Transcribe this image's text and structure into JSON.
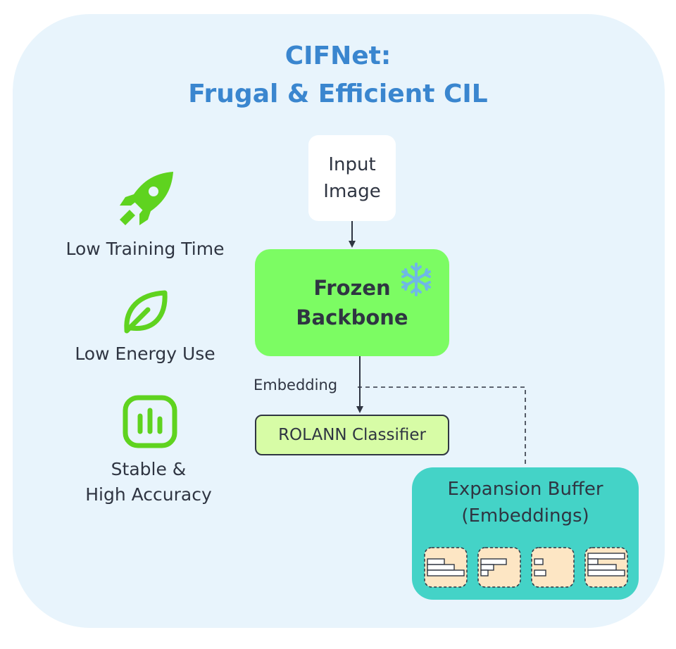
{
  "title": {
    "line1": "CIFNet:",
    "line2": "Frugal & Efficient CIL"
  },
  "features": [
    {
      "icon": "rocket-icon",
      "label": "Low Training Time"
    },
    {
      "icon": "leaf-icon",
      "label": "Low Energy Use"
    },
    {
      "icon": "bar-chart-icon",
      "label_line1": "Stable &",
      "label_line2": "High Accuracy"
    }
  ],
  "nodes": {
    "input": {
      "line1": "Input",
      "line2": "Image"
    },
    "backbone": {
      "line1": "Frozen",
      "line2": "Backbone",
      "icon": "snowflake-icon"
    },
    "classifier": {
      "label": "ROLANN Classifier"
    },
    "buffer": {
      "line1": "Expansion Buffer",
      "line2": "(Embeddings)"
    }
  },
  "edges": {
    "embedding_label": "Embedding"
  },
  "colors": {
    "title": "#3a86cf",
    "panel": "#e8f4fc",
    "icon_green": "#5fd31f",
    "backbone": "#7cfc63",
    "classifier": "#d7fca6",
    "buffer": "#44d3c7",
    "buffer_cell": "#fde6c4"
  }
}
